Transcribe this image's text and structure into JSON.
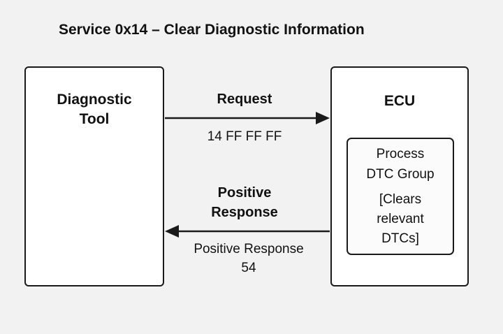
{
  "title": "Service 0x14 – Clear Diagnostic Information",
  "tool": {
    "line1": "Diagnostic",
    "line2": "Tool"
  },
  "ecu": {
    "title": "ECU",
    "process": {
      "line1": "Process",
      "line2": "DTC Group",
      "line3": "[Clears",
      "line4": "relevant",
      "line5": "DTCs]"
    }
  },
  "request": {
    "label": "Request",
    "bytes": "14 FF FF FF"
  },
  "response": {
    "label_line1": "Positive",
    "label_line2": "Response",
    "detail_line1": "Positive Response",
    "detail_line2": "54"
  },
  "colors": {
    "stroke": "#1a1a1a",
    "background": "#f2f2f2",
    "box_fill": "#ffffff"
  }
}
